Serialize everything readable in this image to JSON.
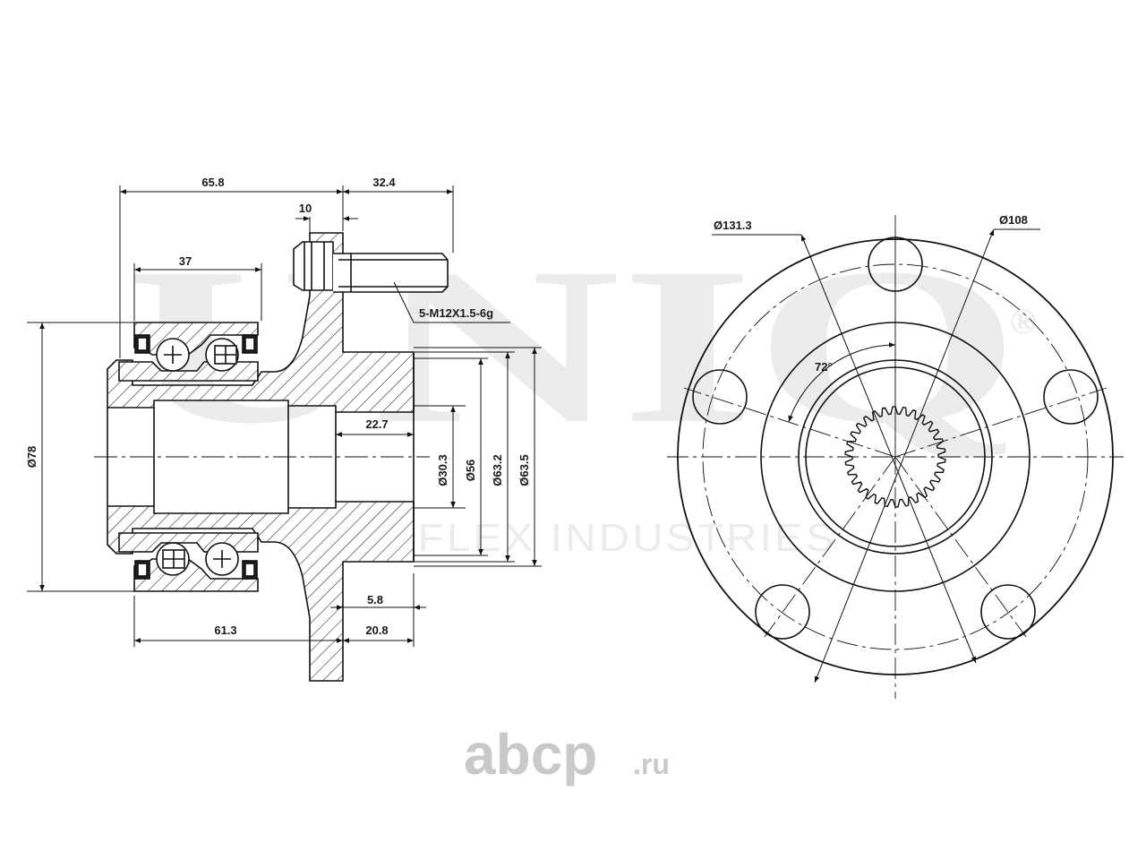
{
  "side_view_dimensions": {
    "overall_length": "65.8",
    "stud_length": "32.4",
    "flange_thickness": "10",
    "bearing_width": "37",
    "thread_spec": "5-M12X1.5-6g",
    "spigot_depth": "22.7",
    "outer_diameter": "Ø78",
    "spline_diameter": "Ø30.3",
    "spigot_inner_diameter": "Ø56",
    "spigot_diameter_1": "Ø63.2",
    "spigot_diameter_2": "Ø63.5",
    "step_depth": "5.8",
    "inner_length": "61.3",
    "spigot_length": "20.8"
  },
  "front_view_dimensions": {
    "flange_diameter": "Ø131.3",
    "bolt_circle_diameter": "Ø108",
    "bolt_angle": "72°"
  },
  "watermark": {
    "brand": "UNIQ",
    "registered": "®",
    "subtitle": "UNIFLEX INDUSTRIES"
  },
  "site_logo": {
    "name": "abcp",
    "suffix": ".ru"
  }
}
